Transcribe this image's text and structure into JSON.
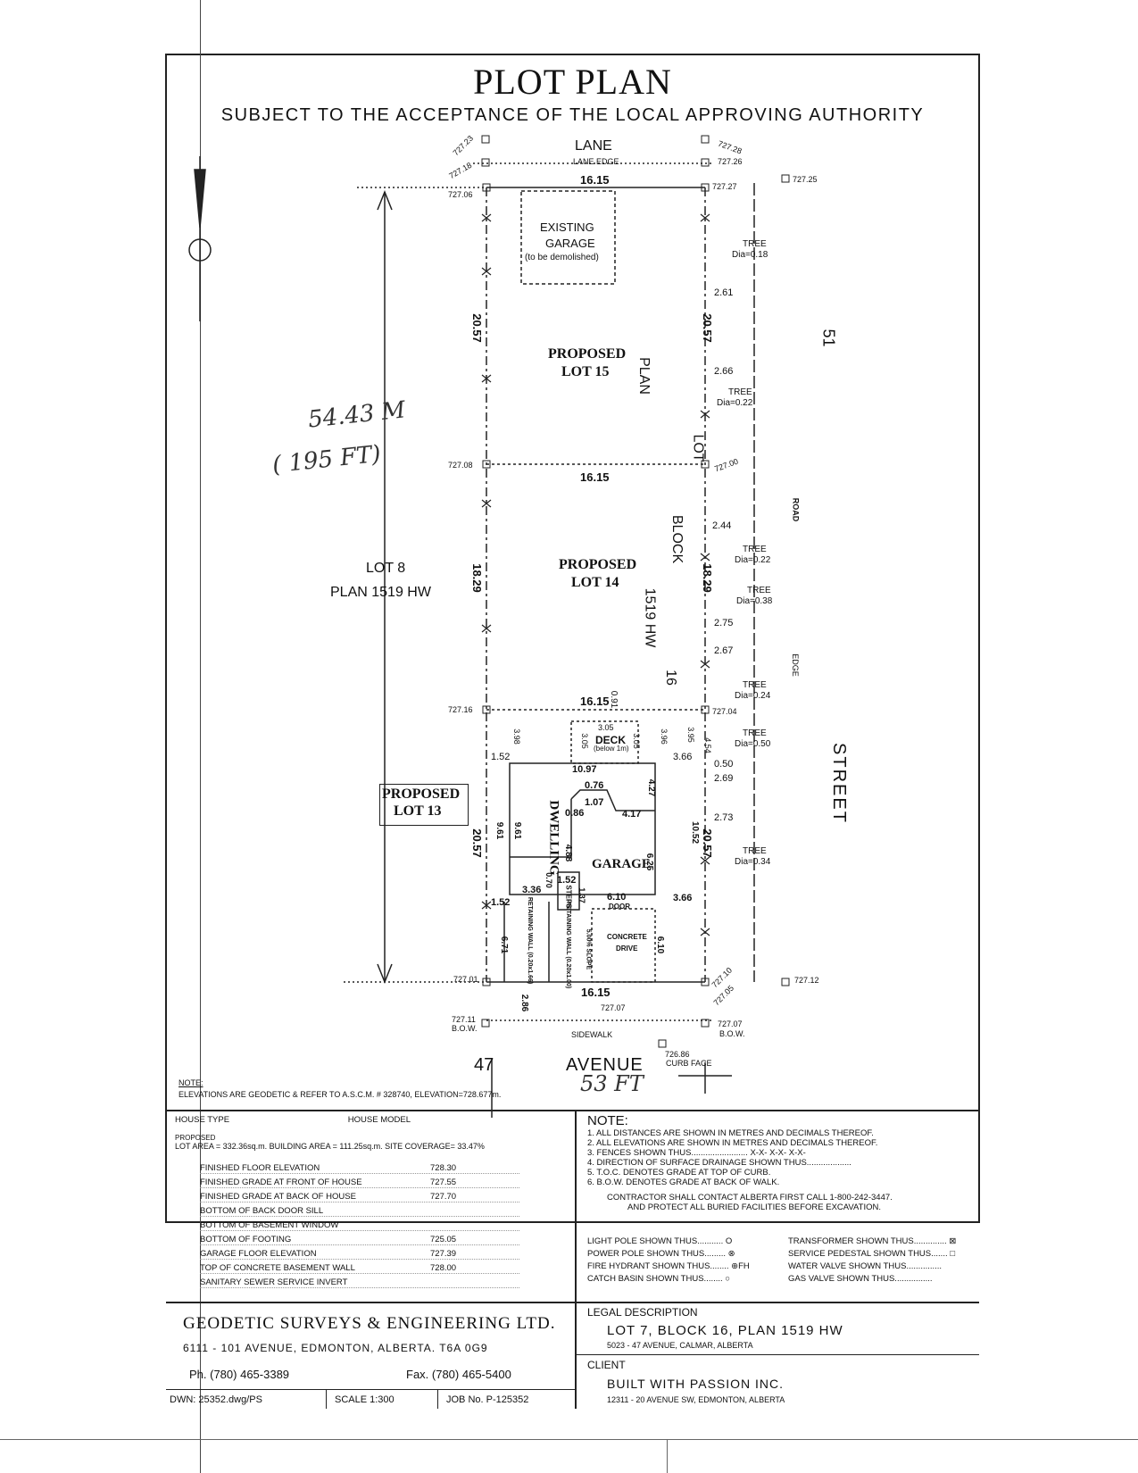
{
  "header": {
    "title": "PLOT PLAN",
    "subtitle": "SUBJECT TO THE ACCEPTANCE OF THE LOCAL APPROVING AUTHORITY"
  },
  "map": {
    "lane": "LANE",
    "lane_edge": "LANE EDGE",
    "sidewalk": "SIDEWALK",
    "avenue_num": "47",
    "avenue": "AVENUE",
    "curb_face": "CURB FACE",
    "street": "STREET",
    "street_num": "51",
    "road": "ROAD",
    "edge": "EDGE",
    "block": "BLOCK",
    "block_num": "16",
    "lot_word": "LOT",
    "plan_word": "PLAN",
    "plan_num": "1519 HW",
    "lot8_a": "LOT 8",
    "lot8_b": "PLAN 1519 HW",
    "existing_garage_1": "EXISTING",
    "existing_garage_2": "GARAGE",
    "existing_garage_3": "(to be demolished)",
    "lot15_1": "PROPOSED",
    "lot15_2": "LOT 15",
    "lot14_1": "PROPOSED",
    "lot14_2": "LOT 14",
    "lot13_1": "PROPOSED",
    "lot13_2": "LOT 13",
    "dwelling": "DWELLING",
    "garage": "GARAGE",
    "deck": "DECK",
    "deck_note": "(below 1m)",
    "door": "DOOR",
    "steps": "STEPS",
    "concrete_drive_1": "CONCRETE",
    "concrete_drive_2": "DRIVE",
    "slope": "5.00% SLOPE",
    "retaining_1": "RETAINING WALL (0.20x1.66)",
    "retaining_2": "RETAINING WALL (0.20x1.00)",
    "tree": "TREE",
    "bow": "B.O.W."
  },
  "dimensions": {
    "d1615": "16.15",
    "d2057": "20.57",
    "d1829": "18.29",
    "d261": "2.61",
    "d266": "2.66",
    "d244": "2.44",
    "d275": "2.75",
    "d267": "2.67",
    "d050": "0.50",
    "d269": "2.69",
    "d273": "2.73",
    "d366": "3.66",
    "d152": "1.52",
    "d1097": "10.97",
    "d076": "0.76",
    "d107": "1.07",
    "d086": "0.86",
    "d417": "4.17",
    "d427": "4.27",
    "d961": "9.61",
    "d488": "4.88",
    "d625": "6.25",
    "d1052": "10.52",
    "d336": "3.36",
    "d070": "0.70",
    "d137": "1.37",
    "d610": "6.10",
    "d671": "6.71",
    "d286": "2.86",
    "d398": "3.98",
    "d305": "3.05",
    "d396": "3.96",
    "d395": "3.95",
    "d091": "0.91",
    "d454": "4.54"
  },
  "trees": [
    {
      "dia": "Dia=0.18"
    },
    {
      "dia": "Dia=0.22"
    },
    {
      "dia": "Dia=0.22"
    },
    {
      "dia": "Dia=0.38"
    },
    {
      "dia": "Dia=0.24"
    },
    {
      "dia": "Dia=0.50"
    },
    {
      "dia": "Dia=0.34"
    }
  ],
  "elevations": {
    "e72723": "727.23",
    "e72718": "727.18",
    "e72706": "727.06",
    "e72728": "727.28",
    "e72726": "727.26",
    "e72727": "727.27",
    "e72725": "727.25",
    "e72708": "727.08",
    "e72700": "727.00",
    "e72716": "727.16",
    "e72704": "727.04",
    "e72701": "727.01",
    "e72710": "727.10",
    "e72705": "727.05",
    "e72712": "727.12",
    "e72711": "727.11",
    "e72707a": "727.07",
    "e72707b": "727.07",
    "e72686": "726.86"
  },
  "handwritten": {
    "length_m": "54.43 M",
    "length_ft": "( 195 FT)",
    "width_ft": "53 FT"
  },
  "elev_note": {
    "label": "NOTE:",
    "text": "ELEVATIONS ARE GEODETIC & REFER TO A.S.C.M. # 328740, ELEVATION=728.677m."
  },
  "house_info": {
    "house_type": "HOUSE TYPE",
    "house_model": "HOUSE MODEL",
    "proposed": "PROPOSED",
    "lot_area": "LOT AREA = 332.36sq.m. BUILDING AREA = 111.25sq.m. SITE COVERAGE= 33.47%",
    "rows": [
      {
        "label": "FINISHED FLOOR ELEVATION",
        "value": "728.30"
      },
      {
        "label": "FINISHED GRADE AT FRONT OF HOUSE",
        "value": "727.55"
      },
      {
        "label": "FINISHED GRADE AT BACK OF HOUSE",
        "value": "727.70"
      },
      {
        "label": "BOTTOM OF BACK DOOR SILL",
        "value": ""
      },
      {
        "label": "BOTTOM OF BASEMENT WINDOW",
        "value": ""
      },
      {
        "label": "BOTTOM OF FOOTING",
        "value": "725.05"
      },
      {
        "label": "GARAGE FLOOR ELEVATION",
        "value": "727.39"
      },
      {
        "label": "TOP OF CONCRETE BASEMENT WALL",
        "value": "728.00"
      },
      {
        "label": "SANITARY SEWER SERVICE INVERT",
        "value": ""
      }
    ]
  },
  "notes": {
    "header": "NOTE:",
    "items": [
      "1. ALL DISTANCES ARE SHOWN IN METRES AND DECIMALS THEREOF.",
      "2. ALL ELEVATIONS ARE SHOWN IN METRES AND DECIMALS THEREOF.",
      "3. FENCES SHOWN THUS........................  X-X-  X-X-  X-X-",
      "4. DIRECTION OF SURFACE DRAINAGE SHOWN THUS...................",
      "5. T.O.C. DENOTES GRADE AT TOP OF CURB.",
      "6. B.O.W. DENOTES GRADE AT BACK OF WALK."
    ],
    "contractor_1": "CONTRACTOR SHALL CONTACT ALBERTA FIRST CALL 1-800-242-3447.",
    "contractor_2": "AND PROTECT ALL BURIED FACILITIES BEFORE EXCAVATION."
  },
  "legend": [
    "LIGHT POLE SHOWN THUS........... O",
    "TRANSFORMER SHOWN THUS.............. ⊠",
    "POWER POLE SHOWN THUS......... ⊗",
    "SERVICE PEDESTAL SHOWN THUS....... □",
    "FIRE HYDRANT SHOWN THUS........ ⊕FH",
    "WATER VALVE SHOWN THUS...............",
    "CATCH BASIN SHOWN THUS........ ○",
    "GAS VALVE SHOWN THUS................"
  ],
  "company": {
    "name": "GEODETIC SURVEYS & ENGINEERING LTD.",
    "address": "6111 - 101 AVENUE, EDMONTON, ALBERTA. T6A 0G9",
    "phone": "Ph. (780) 465-3389",
    "fax": "Fax. (780) 465-5400",
    "dwn": "DWN: 25352.dwg/PS",
    "scale": "SCALE 1:300",
    "job": "JOB No. P-125352"
  },
  "legal": {
    "header": "LEGAL DESCRIPTION",
    "line1": "LOT 7, BLOCK 16, PLAN 1519 HW",
    "line2": "5023 - 47 AVENUE, CALMAR, ALBERTA",
    "client_header": "CLIENT",
    "client_name": "BUILT WITH PASSION INC.",
    "client_address": "12311 - 20 AVENUE SW, EDMONTON, ALBERTA"
  }
}
